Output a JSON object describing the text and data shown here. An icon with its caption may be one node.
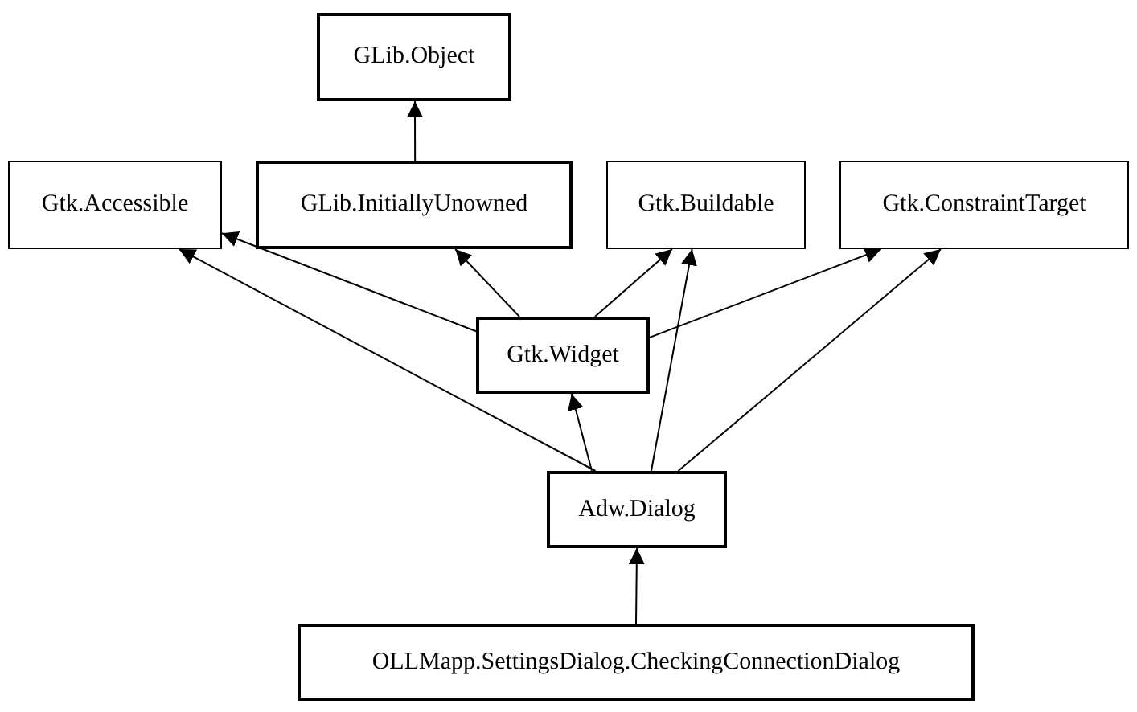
{
  "diagram": {
    "nodes": [
      {
        "text": [
          "GLib.Object"
        ]
      },
      {
        "text": [
          "Gtk.Accessible"
        ]
      },
      {
        "text": [
          "GLib.InitiallyUnowned"
        ]
      },
      {
        "text": [
          "Gtk.Buildable"
        ]
      },
      {
        "text": [
          "Gtk.ConstraintTarget"
        ]
      },
      {
        "text": [
          "Gtk.Widget"
        ]
      },
      {
        "text": [
          "Adw.Dialog"
        ]
      },
      {
        "text": [
          "OLLMapp.SettingsDialog.CheckingConnectionDialog"
        ]
      }
    ],
    "edges": [
      {
        "from": 2,
        "to": 0,
        "arrow": "to"
      },
      {
        "from": 5,
        "to": 1,
        "arrow": "to"
      },
      {
        "from": 5,
        "to": 2,
        "arrow": "to"
      },
      {
        "from": 5,
        "to": 3,
        "arrow": "to"
      },
      {
        "from": 5,
        "to": 4,
        "arrow": "to"
      },
      {
        "from": 6,
        "to": 1,
        "arrow": "to"
      },
      {
        "from": 6,
        "to": 5,
        "arrow": "to"
      },
      {
        "from": 6,
        "to": 3,
        "arrow": "to"
      },
      {
        "from": 6,
        "to": 4,
        "arrow": "to"
      },
      {
        "from": 7,
        "to": 6,
        "arrow": "to"
      }
    ]
  }
}
